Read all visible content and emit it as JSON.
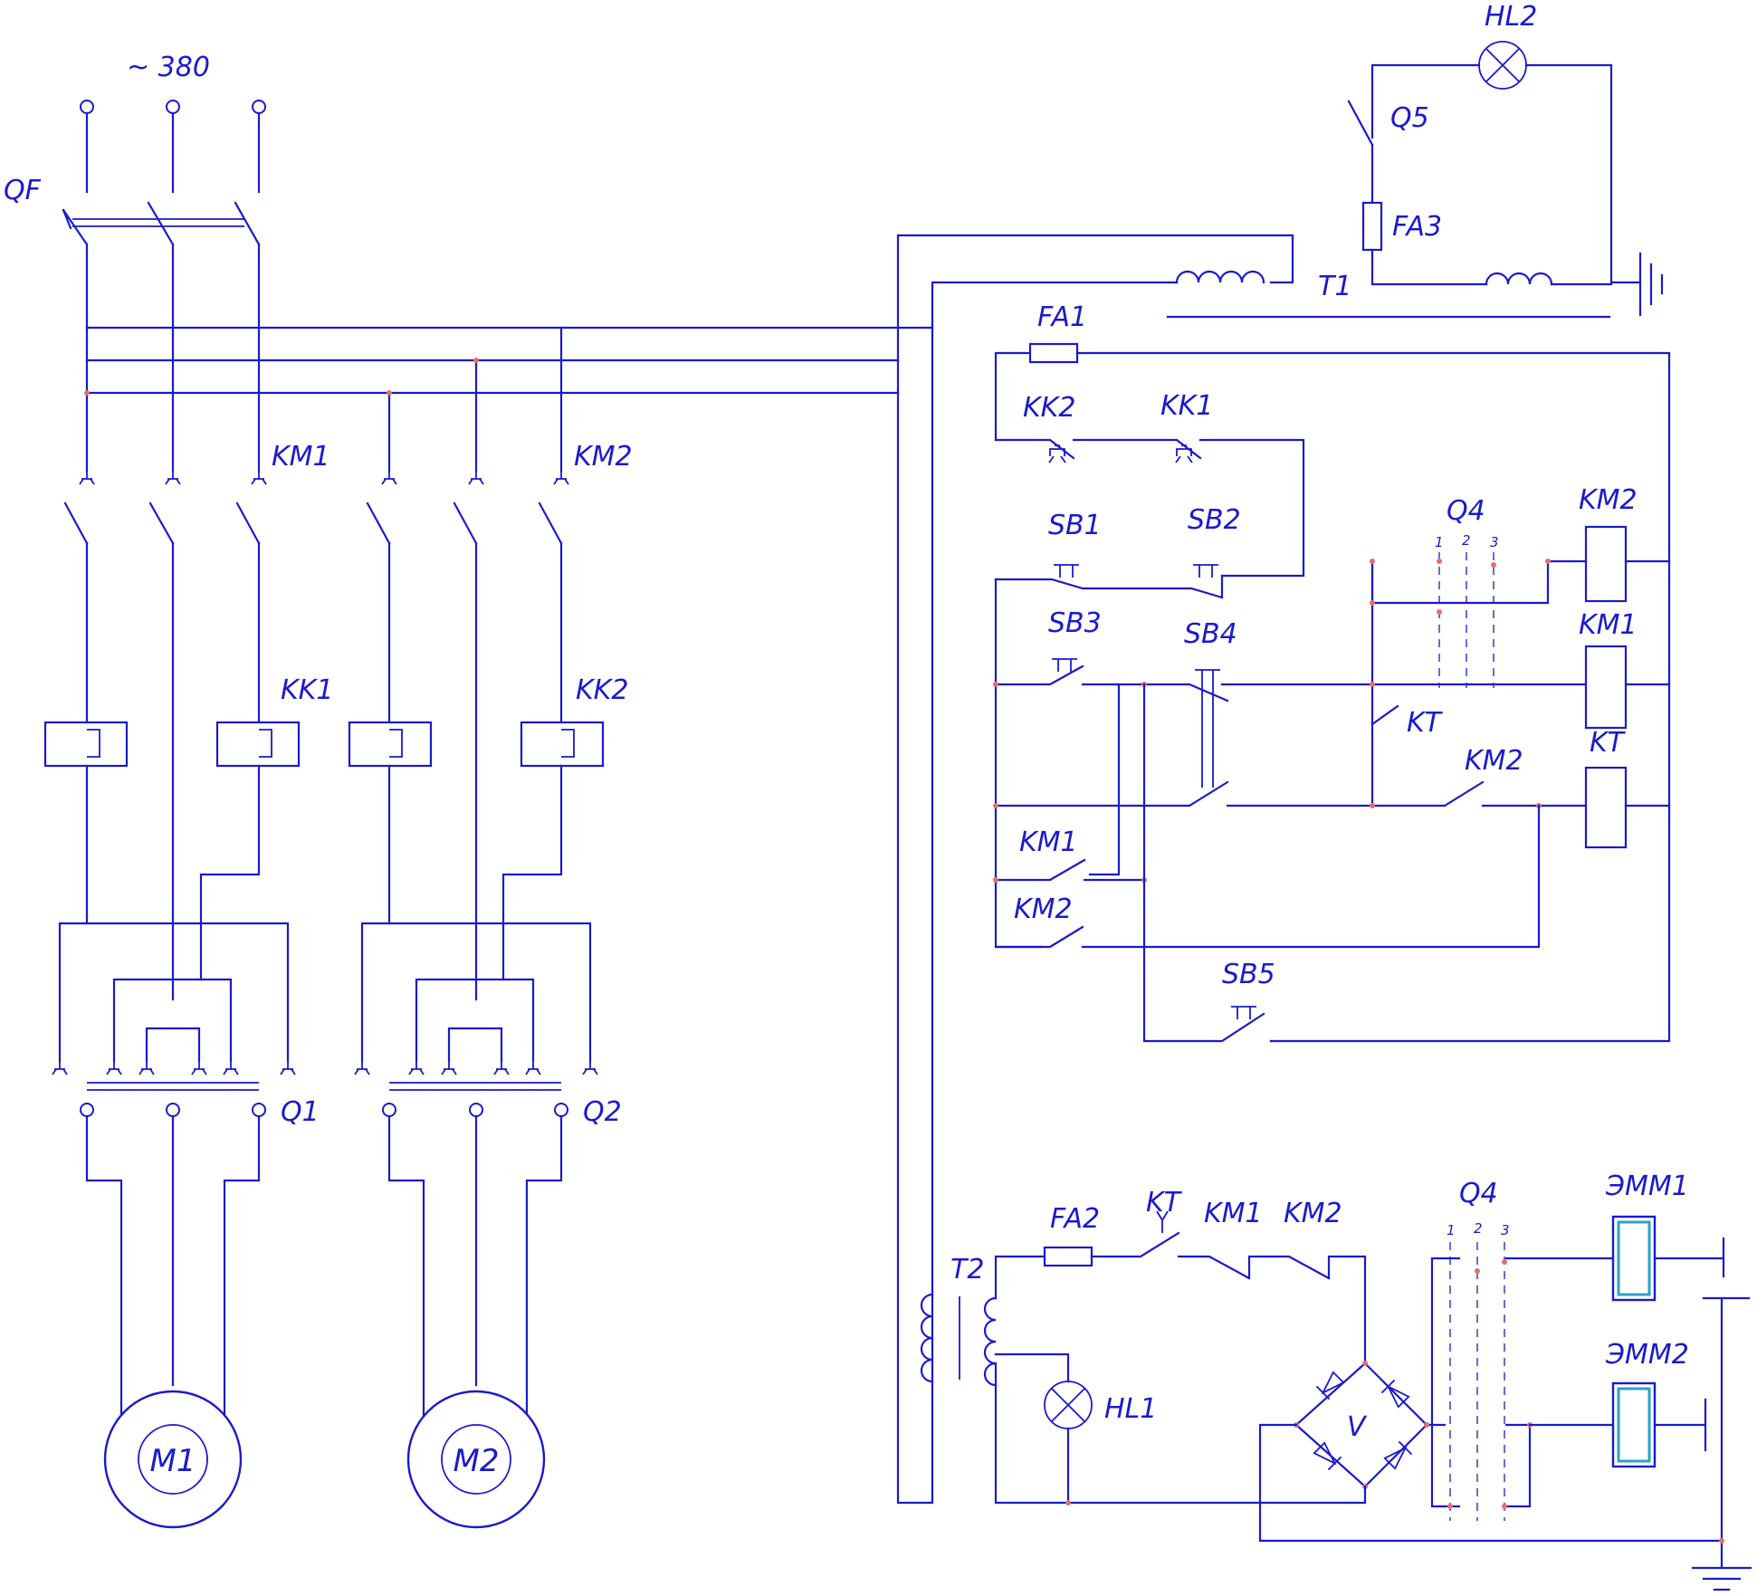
{
  "supply": {
    "label": "~ 380"
  },
  "power": {
    "breaker": "QF",
    "contactor1": "KM1",
    "contactor2": "KM2",
    "relay1": "KK1",
    "relay2": "KK2",
    "switch1": "Q1",
    "switch2": "Q2",
    "motor1": "M1",
    "motor2": "M2"
  },
  "lighting": {
    "lamp": "HL2",
    "switch": "Q5",
    "fuse": "FA3",
    "transformer": "T1"
  },
  "control": {
    "fuse": "FA1",
    "relay2": "KK2",
    "relay1": "KK1",
    "sb1": "SB1",
    "sb2": "SB2",
    "sb3": "SB3",
    "sb4": "SB4",
    "sb5": "SB5",
    "switch_q4": "Q4",
    "switch_positions": [
      "1",
      "2",
      "3"
    ],
    "coil_km2": "KM2",
    "coil_km1": "KM1",
    "coil_kt": "KT",
    "contact_kt": "KT",
    "contact_km2_row": "KM2",
    "contact_km1_hold": "KM1",
    "contact_km2_hold": "KM2"
  },
  "brake": {
    "transformer": "T2",
    "fuse": "FA2",
    "contact_kt": "KT",
    "contact_km1": "KM1",
    "contact_km2": "KM2",
    "lamp": "HL1",
    "rectifier": "V",
    "switch_q4": "Q4",
    "switch_positions": [
      "1",
      "2",
      "3"
    ],
    "magnet1": "ЭММ1",
    "magnet2": "ЭММ2"
  }
}
